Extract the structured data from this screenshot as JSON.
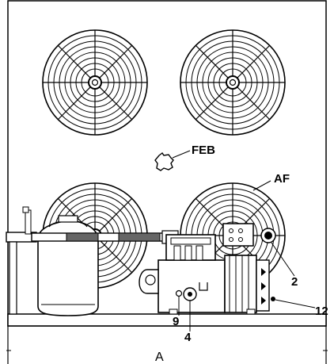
{
  "labels": {
    "feb": "FEB",
    "af": "AF",
    "item_2": "2",
    "item_12": "12",
    "item_9": "9",
    "item_4": "4",
    "view": "A"
  },
  "colors": {
    "line": "#000000",
    "background": "#ffffff"
  }
}
